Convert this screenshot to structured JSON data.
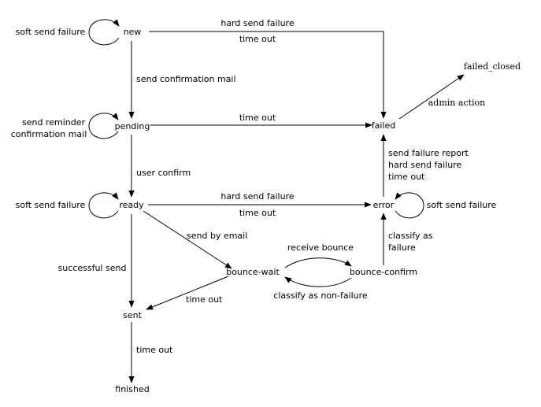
{
  "states": {
    "new": "new",
    "pending": "pending",
    "ready": "ready",
    "sent": "sent",
    "finished": "finished",
    "failed": "failed",
    "failed_closed": "failed_closed",
    "error": "error",
    "bounce_wait": "bounce-wait",
    "bounce_confirm": "bounce-confirm"
  },
  "transitions": {
    "new_self": "soft send failure",
    "new_failed_top": "hard send failure",
    "new_failed_bottom": "time out",
    "new_pending": "send confirmation mail",
    "pending_self_1": "send reminder",
    "pending_self_2": "confirmation mail",
    "pending_failed": "time out",
    "pending_ready": "user confirm",
    "ready_self": "soft send failure",
    "ready_error_top": "hard send failure",
    "ready_error_bottom": "time out",
    "ready_bouncewait": "send by email",
    "ready_sent": "successful send",
    "bouncewait_sent": "time out",
    "bouncewait_bounceconfirm": "receive bounce",
    "bounceconfirm_bouncewait": "classify as non-failure",
    "bounceconfirm_error_1": "classify as",
    "bounceconfirm_error_2": "failure",
    "error_self": "soft send failure",
    "error_failed_1": "send failure report",
    "error_failed_2": "hard send failure",
    "error_failed_3": "time out",
    "failed_failedclosed": "admin action",
    "sent_finished": "time out"
  }
}
